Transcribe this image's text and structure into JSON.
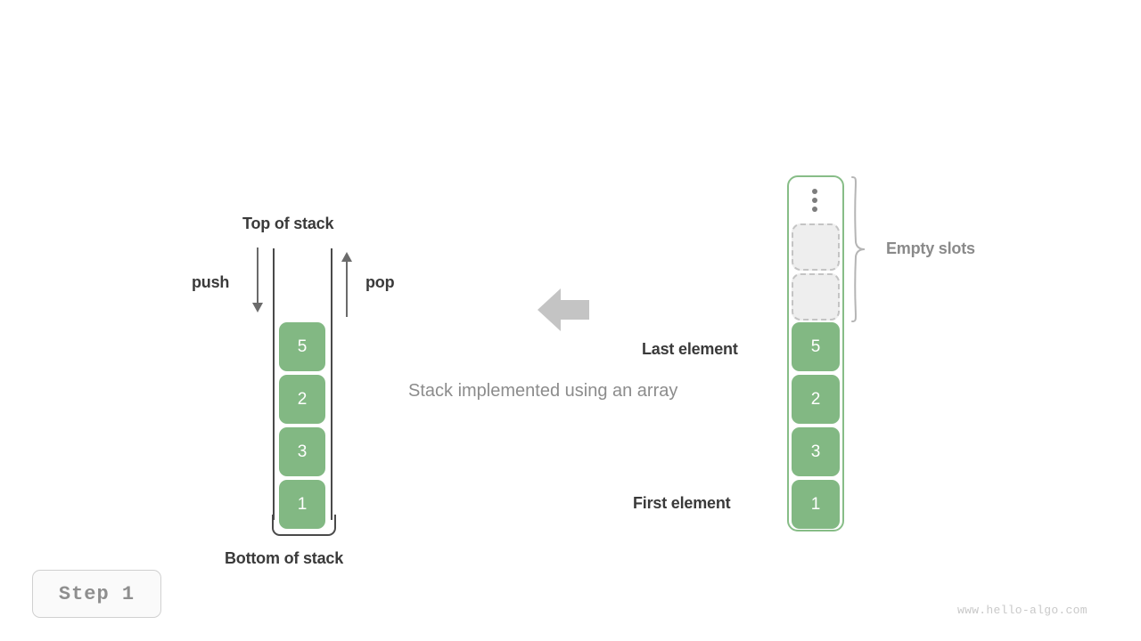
{
  "diagram": {
    "caption": "Stack implemented using an array",
    "step_badge": "Step 1",
    "watermark": "www.hello-algo.com",
    "accent_green": "#82b883",
    "array_border_green": "#87bd87",
    "empty_slot_fill": "#eeeeee",
    "empty_slot_border": "#c4c4c4",
    "text_dark": "#3a3a3a",
    "text_gray": "#8a8a8a",
    "arrow_gray": "#c4c4c4"
  },
  "stack": {
    "top_label": "Top of stack",
    "bottom_label": "Bottom of stack",
    "push_label": "push",
    "pop_label": "pop",
    "values": [
      "5",
      "2",
      "3",
      "1"
    ]
  },
  "array": {
    "ellipsis_icon": "vertical-ellipsis-icon",
    "empty_slots_label": "Empty slots",
    "last_element_label": "Last element",
    "first_element_label": "First element",
    "empty_slot_count": 2,
    "values": [
      "5",
      "2",
      "3",
      "1"
    ]
  }
}
